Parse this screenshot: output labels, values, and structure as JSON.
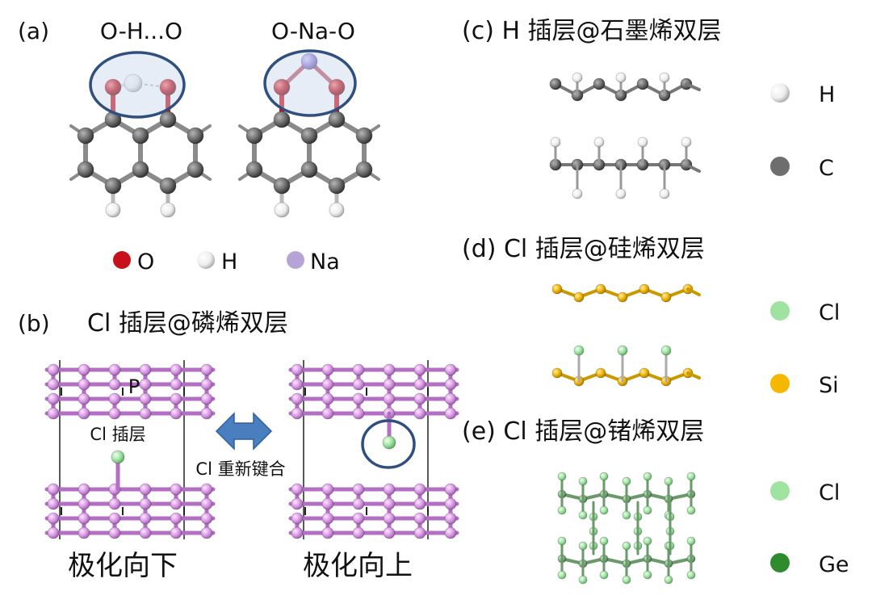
{
  "colors": {
    "oxygen": "#c8101a",
    "hydrogen": "#f2f2f2",
    "carbon": "#6e6e6e",
    "sodium": "#9a85d6",
    "phosphorus": "#d99ae6",
    "chlorine": "#9fe3a1",
    "silicon": "#f0b400",
    "germanium": "#4d9a4d",
    "highlight": "#2f4f7f",
    "arrow": "#4a7fbf"
  },
  "panel_a": {
    "label": "(a)",
    "structure_left_title": "O-H...O",
    "structure_right_title": "O-Na-O",
    "legend": [
      {
        "symbol": "O",
        "color": "#c8101a"
      },
      {
        "symbol": "H",
        "color": "#e0e0e0"
      },
      {
        "symbol": "Na",
        "color": "#b7a4d6"
      }
    ]
  },
  "panel_b": {
    "label": "(b)",
    "title": "Cl 插层@磷烯双层",
    "atom_label": "P",
    "intercalation_label": "Cl 插层",
    "rebond_label": "Cl 重新键合",
    "caption_down": "极化向下",
    "caption_up": "极化向上"
  },
  "panel_c": {
    "title": "(c) H 插层@石墨烯双层",
    "legend": [
      {
        "symbol": "H",
        "color": "#e8e8e8"
      },
      {
        "symbol": "C",
        "color": "#6e6e6e"
      }
    ]
  },
  "panel_d": {
    "title": "(d) Cl 插层@硅烯双层",
    "legend": [
      {
        "symbol": "Cl",
        "color": "#9fe3a1"
      },
      {
        "symbol": "Si",
        "color": "#f5b800"
      }
    ]
  },
  "panel_e": {
    "title": "(e) Cl 插层@锗烯双层",
    "legend": [
      {
        "symbol": "Cl",
        "color": "#9fe3a1"
      },
      {
        "symbol": "Ge",
        "color": "#2e8b2e"
      }
    ]
  }
}
